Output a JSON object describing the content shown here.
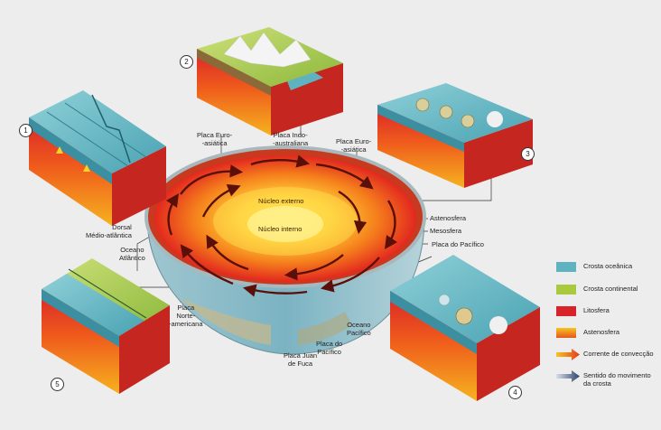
{
  "labels": {
    "plate_euro_asian_left": "Placa Euro-\n-asiática",
    "plate_indo_australian": "Placa Indo-\n-australiana",
    "plate_euro_asian_right": "Placa Euro-\n-asiática",
    "outer_core": "Núcleo externo",
    "inner_core": "Núcleo interno",
    "asthenosphere": "Astenosfera",
    "mesosphere": "Mesosfera",
    "pacific_plate_right": "Placa do Pacífico",
    "mid_atlantic_ridge": "Dorsal\nMédio-atlântica",
    "atlantic_ocean": "Oceano\nAtlântico",
    "north_american_plate": "Placa\nNorte-\n-americana",
    "juan_de_fuca_plate": "Placa Juan\nde Fuca",
    "pacific_plate_bottom": "Placa do\nPacífico",
    "pacific_ocean": "Oceano\nPacífico"
  },
  "numbers": [
    "1",
    "2",
    "3",
    "4",
    "5"
  ],
  "legend": [
    {
      "label": "Crosta oceânica",
      "color": "#5fb3c0",
      "kind": "swatch"
    },
    {
      "label": "Crosta continental",
      "color": "#a9c93f",
      "kind": "swatch"
    },
    {
      "label": "Litosfera",
      "color": "#d8232a",
      "kind": "swatch"
    },
    {
      "label": "Astenosfera",
      "color": "#f29a1e",
      "kind": "swatch"
    },
    {
      "label": "Corrente de convecção",
      "color": "#e8561c",
      "kind": "arrow-warm"
    },
    {
      "label": "Sentido do movimento\nda crosta",
      "color": "#3a4f7a",
      "kind": "arrow-cool"
    }
  ],
  "colors": {
    "oceanic_crust": "#5fb3c0",
    "continental_crust": "#a9c93f",
    "lithosphere": "#d8232a",
    "asthenosphere": "#f29a1e",
    "inner_core": "#ffe34a",
    "outer_core": "#f07a1a",
    "mantle": "#e0251e"
  }
}
